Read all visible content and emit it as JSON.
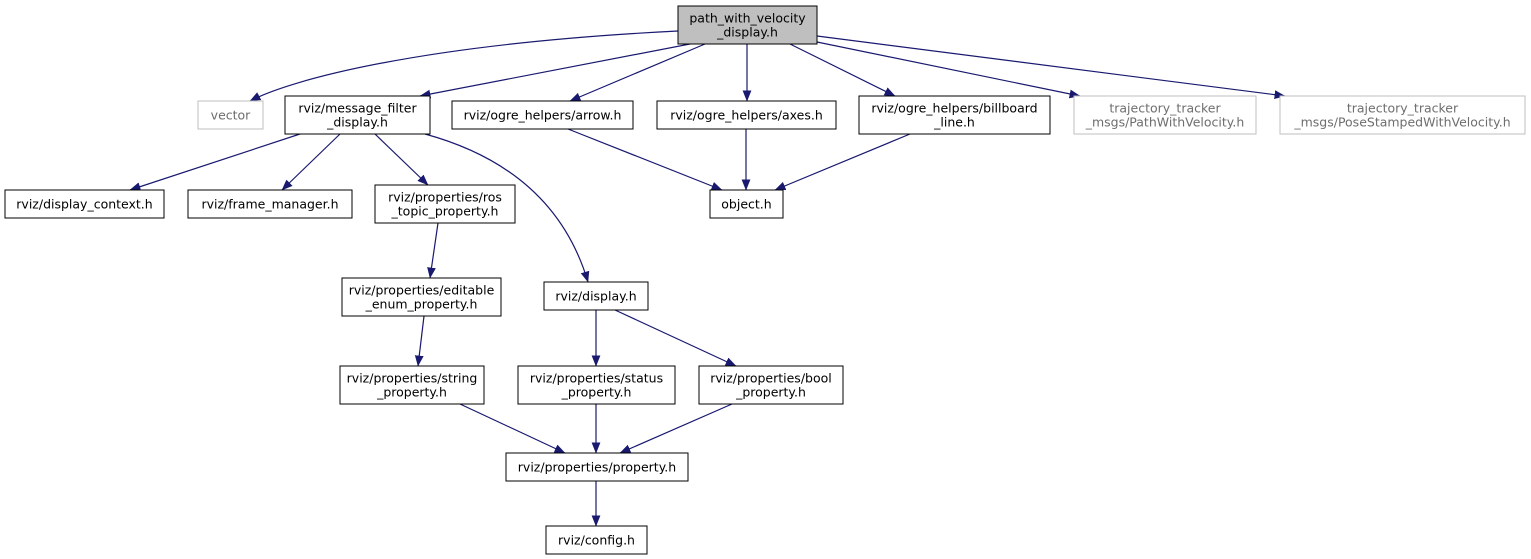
{
  "nodes": [
    {
      "id": "root",
      "lines": [
        "path_with_velocity",
        "_display.h"
      ],
      "style": "root"
    },
    {
      "id": "vector",
      "lines": [
        "vector"
      ],
      "style": "external"
    },
    {
      "id": "mfd",
      "lines": [
        "rviz/message_filter",
        "_display.h"
      ],
      "style": "normal"
    },
    {
      "id": "arrow",
      "lines": [
        "rviz/ogre_helpers/arrow.h"
      ],
      "style": "normal"
    },
    {
      "id": "axes",
      "lines": [
        "rviz/ogre_helpers/axes.h"
      ],
      "style": "normal"
    },
    {
      "id": "billboard",
      "lines": [
        "rviz/ogre_helpers/billboard",
        "_line.h"
      ],
      "style": "normal"
    },
    {
      "id": "ttpath",
      "lines": [
        "trajectory_tracker",
        "_msgs/PathWithVelocity.h"
      ],
      "style": "external"
    },
    {
      "id": "ttpose",
      "lines": [
        "trajectory_tracker",
        "_msgs/PoseStampedWithVelocity.h"
      ],
      "style": "external"
    },
    {
      "id": "dctx",
      "lines": [
        "rviz/display_context.h"
      ],
      "style": "normal"
    },
    {
      "id": "fmgr",
      "lines": [
        "rviz/frame_manager.h"
      ],
      "style": "normal"
    },
    {
      "id": "rostopic",
      "lines": [
        "rviz/properties/ros",
        "_topic_property.h"
      ],
      "style": "normal"
    },
    {
      "id": "object",
      "lines": [
        "object.h"
      ],
      "style": "normal"
    },
    {
      "id": "editable",
      "lines": [
        "rviz/properties/editable",
        "_enum_property.h"
      ],
      "style": "normal"
    },
    {
      "id": "display",
      "lines": [
        "rviz/display.h"
      ],
      "style": "normal"
    },
    {
      "id": "stringp",
      "lines": [
        "rviz/properties/string",
        "_property.h"
      ],
      "style": "normal"
    },
    {
      "id": "statusp",
      "lines": [
        "rviz/properties/status",
        "_property.h"
      ],
      "style": "normal"
    },
    {
      "id": "boolp",
      "lines": [
        "rviz/properties/bool",
        "_property.h"
      ],
      "style": "normal"
    },
    {
      "id": "property",
      "lines": [
        "rviz/properties/property.h"
      ],
      "style": "normal"
    },
    {
      "id": "config",
      "lines": [
        "rviz/config.h"
      ],
      "style": "normal"
    }
  ],
  "edges": [
    [
      "root",
      "vector"
    ],
    [
      "root",
      "mfd"
    ],
    [
      "root",
      "arrow"
    ],
    [
      "root",
      "axes"
    ],
    [
      "root",
      "billboard"
    ],
    [
      "root",
      "ttpath"
    ],
    [
      "root",
      "ttpose"
    ],
    [
      "mfd",
      "dctx"
    ],
    [
      "mfd",
      "fmgr"
    ],
    [
      "mfd",
      "rostopic"
    ],
    [
      "mfd",
      "display"
    ],
    [
      "arrow",
      "object"
    ],
    [
      "axes",
      "object"
    ],
    [
      "billboard",
      "object"
    ],
    [
      "rostopic",
      "editable"
    ],
    [
      "editable",
      "stringp"
    ],
    [
      "display",
      "statusp"
    ],
    [
      "display",
      "boolp"
    ],
    [
      "stringp",
      "property"
    ],
    [
      "statusp",
      "property"
    ],
    [
      "boolp",
      "property"
    ],
    [
      "property",
      "config"
    ]
  ],
  "colors": {
    "edge": "#191970",
    "root_fill": "#bfbfbf",
    "normal_border": "#000000",
    "external_border": "#bfbfbf",
    "external_text": "#6e6e6e"
  }
}
